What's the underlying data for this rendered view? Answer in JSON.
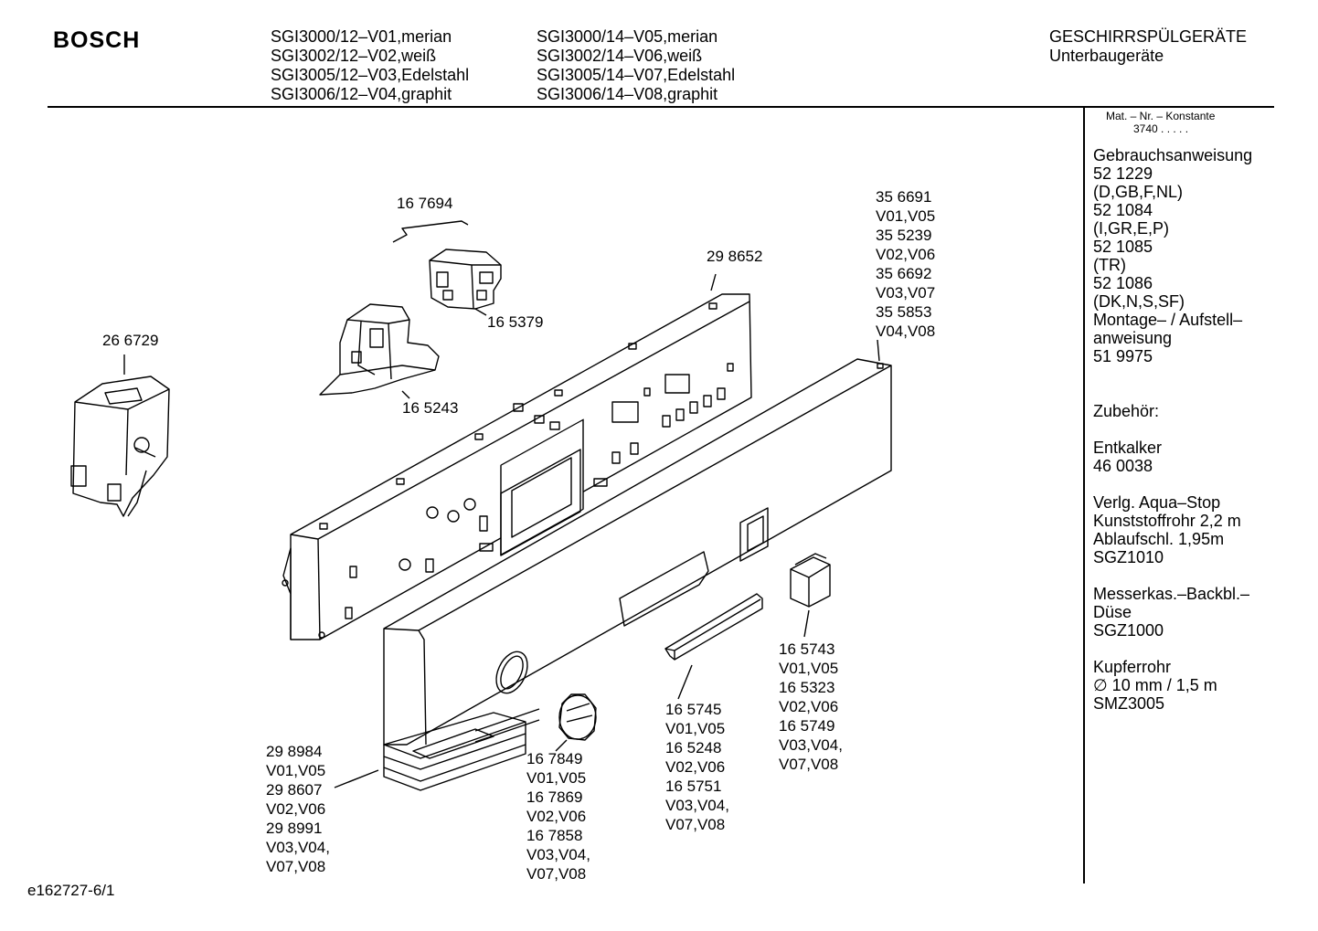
{
  "header": {
    "brand": "BOSCH",
    "models_col1": [
      "SGI3000/12–V01,merian",
      "SGI3002/12–V02,weiß",
      "SGI3005/12–V03,Edelstahl",
      "SGI3006/12–V04,graphit"
    ],
    "models_col2": [
      "SGI3000/14–V05,merian",
      "SGI3002/14–V06,weiß",
      "SGI3005/14–V07,Edelstahl",
      "SGI3006/14–V08,graphit"
    ],
    "category": [
      "GESCHIRRSPÜLGERÄTE",
      "Unterbaugeräte"
    ]
  },
  "sidebar": {
    "mat_nr_label": "Mat. – Nr. – Konstante",
    "mat_nr_value": "3740  .  .  .  .  .",
    "lines": [
      "Gebrauchsanweisung",
      "52 1229",
      "(D,GB,F,NL)",
      "52 1084",
      "(I,GR,E,P)",
      "52 1085",
      "(TR)",
      "52 1086",
      "(DK,N,S,SF)",
      "Montage– / Aufstell–",
      "anweisung",
      "51 9975",
      "",
      "",
      "Zubehör:",
      "",
      "Entkalker",
      "46 0038",
      "",
      "Verlg. Aqua–Stop",
      "Kunststoffrohr 2,2 m",
      "Ablaufschl. 1,95m",
      "SGZ1010",
      "",
      "Messerkas.–Backbl.–",
      "Düse",
      "SGZ1000",
      "",
      "Kupferrohr",
      "∅ 10 mm / 1,5 m",
      "SMZ3005"
    ]
  },
  "parts": {
    "p167694": [
      "16 7694"
    ],
    "p165379": [
      "16 5379"
    ],
    "p165243": [
      "16 5243"
    ],
    "p266729": [
      "26 6729"
    ],
    "p298652": [
      "29 8652"
    ],
    "p356691": [
      "35 6691",
      "V01,V05",
      "35 5239",
      "V02,V06",
      "35 6692",
      "V03,V07",
      "35 5853",
      "V04,V08"
    ],
    "p298984": [
      "29 8984",
      "V01,V05",
      "29 8607",
      "V02,V06",
      "29 8991",
      "V03,V04,",
      "V07,V08"
    ],
    "p167849": [
      "16 7849",
      "V01,V05",
      "16 7869",
      "V02,V06",
      "16 7858",
      "V03,V04,",
      "V07,V08"
    ],
    "p165745": [
      "16 5745",
      "V01,V05",
      "16 5248",
      "V02,V06",
      "16 5751",
      "V03,V04,",
      "V07,V08"
    ],
    "p165743": [
      "16 5743",
      "V01,V05",
      "16 5323",
      "V02,V06",
      "16 5749",
      "V03,V04,",
      "V07,V08"
    ]
  },
  "footer": {
    "drawing_id": "e162727-6/1"
  }
}
